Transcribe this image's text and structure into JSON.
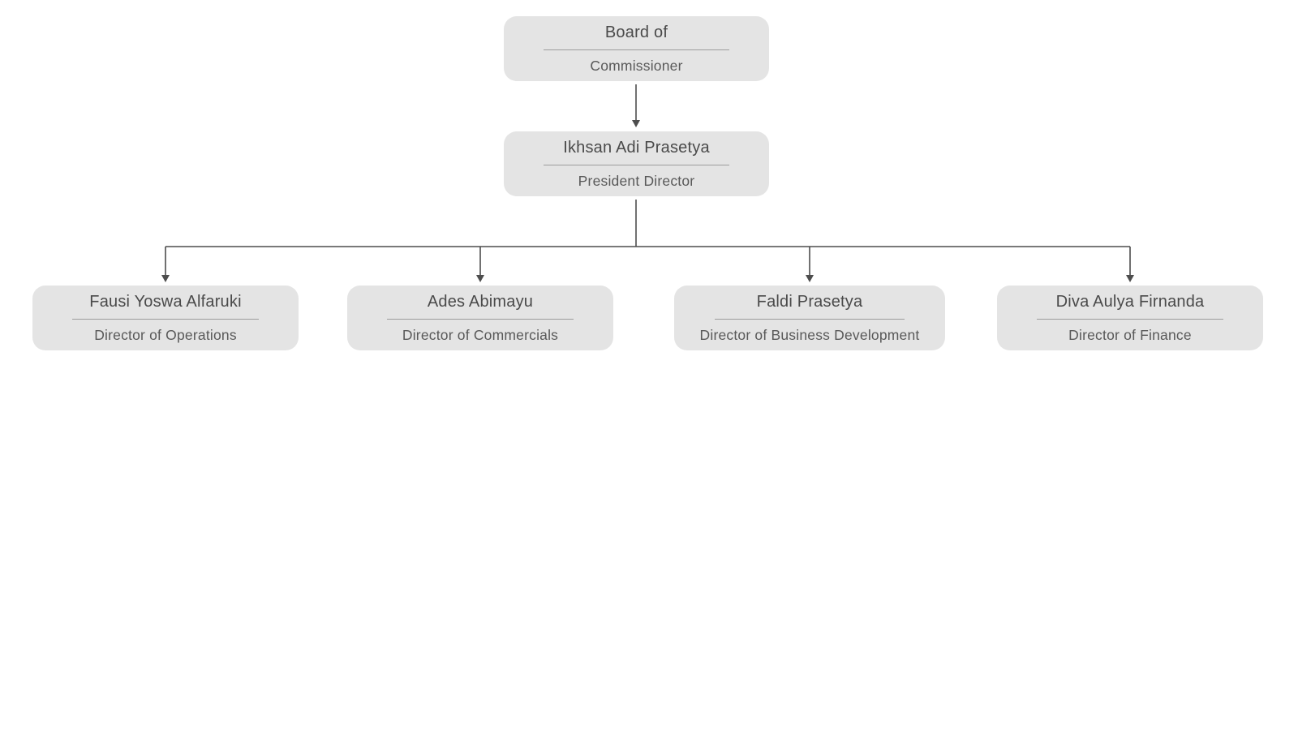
{
  "org_chart": {
    "nodes": {
      "board": {
        "name": "Board of",
        "title": "Commissioner"
      },
      "president": {
        "name": "Ikhsan Adi Prasetya",
        "title": "President Director"
      },
      "directors": [
        {
          "name": "Fausi Yoswa Alfaruki",
          "title": "Director of Operations"
        },
        {
          "name": "Ades Abimayu",
          "title": "Director of Commercials"
        },
        {
          "name": "Faldi Prasetya",
          "title": "Director of Business Development"
        },
        {
          "name": "Diva Aulya Firnanda",
          "title": "Director of Finance"
        }
      ]
    },
    "colors": {
      "page_background": "#ffffff",
      "node_fill": "#e4e4e4",
      "name_text": "#4a4a4a",
      "title_text": "#595959",
      "divider_line": "#9c9c9c",
      "connector_line": "#4d4d4d"
    }
  }
}
